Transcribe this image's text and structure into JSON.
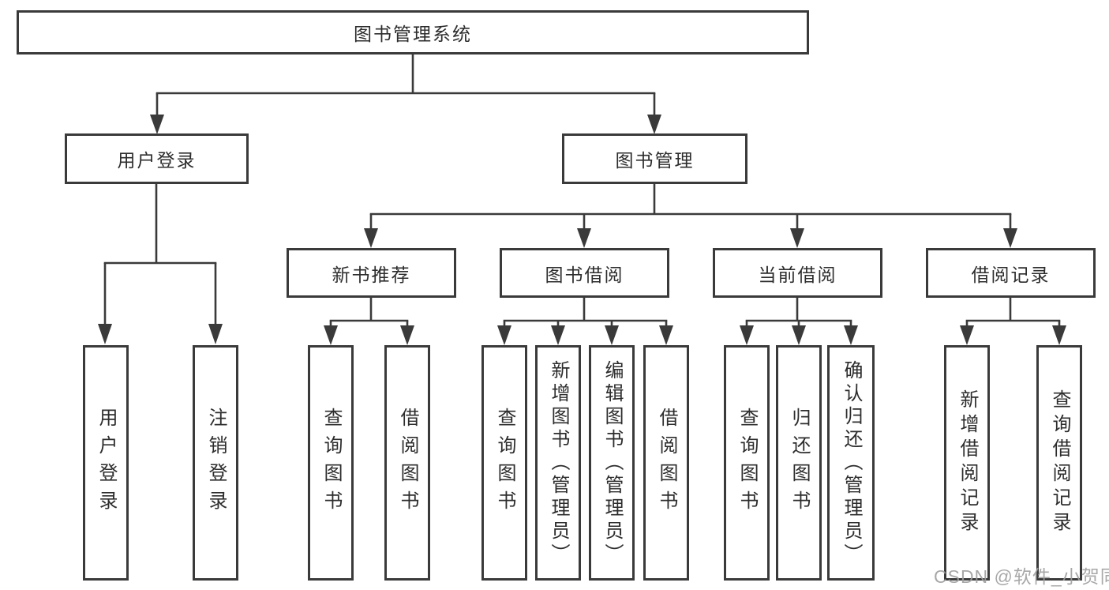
{
  "diagram": {
    "root": {
      "label": "图书管理系统"
    },
    "user_login": {
      "label": "用户登录",
      "children": [
        {
          "label": "用户登录"
        },
        {
          "label": "注销登录"
        }
      ]
    },
    "book_management": {
      "label": "图书管理",
      "sections": [
        {
          "label": "新书推荐",
          "children": [
            {
              "label": "查询图书"
            },
            {
              "label": "借阅图书"
            }
          ]
        },
        {
          "label": "图书借阅",
          "children": [
            {
              "label": "查询图书"
            },
            {
              "label": "新增图书（管理员）"
            },
            {
              "label": "编辑图书（管理员）"
            },
            {
              "label": "借阅图书"
            }
          ]
        },
        {
          "label": "当前借阅",
          "children": [
            {
              "label": "查询图书"
            },
            {
              "label": "归还图书"
            },
            {
              "label": "确认归还（管理员）"
            }
          ]
        },
        {
          "label": "借阅记录",
          "children": [
            {
              "label": "新增借阅记录"
            },
            {
              "label": "查询借阅记录"
            }
          ]
        }
      ]
    }
  },
  "watermark": {
    "text": "CSDN @软件_小贺同学"
  },
  "colors": {
    "line": "#3a3a3a",
    "box_border": "#3a3a3a",
    "text": "#2d2d2d",
    "watermark": "#9e9e9e",
    "background": "#ffffff"
  }
}
